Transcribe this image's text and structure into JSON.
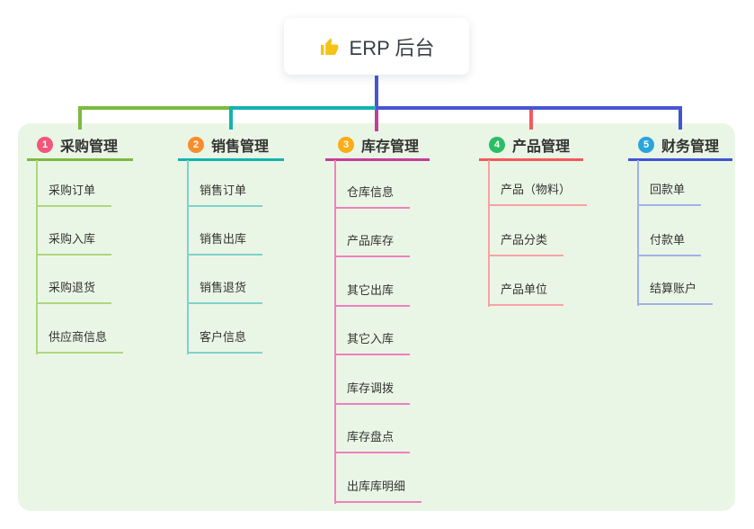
{
  "root": {
    "label": "ERP 后台",
    "icon": "thumbs-up-icon"
  },
  "colors": {
    "board_bg": "#eaf6e5",
    "root_line": "#4856d4",
    "branch1_line": "#7cba3f",
    "branch1_child_line": "#aed77f",
    "branch1_badge": "#f2567b",
    "branch2_line": "#14b3ae",
    "branch2_child_line": "#7fd2cc",
    "branch2_badge": "#f78e2e",
    "branch3_line": "#c43e98",
    "branch3_child_line": "#ef7fc1",
    "branch3_badge": "#fbac17",
    "branch4_line": "#f45a5c",
    "branch4_child_line": "#f9a2a3",
    "branch4_badge": "#2cbd64",
    "branch5_line": "#3f55d3",
    "branch5_child_line": "#9fb2e9",
    "branch5_badge": "#2aa5dc"
  },
  "branches": [
    {
      "num": "1",
      "label": "采购管理",
      "children": [
        "采购订单",
        "采购入库",
        "采购退货",
        "供应商信息"
      ]
    },
    {
      "num": "2",
      "label": "销售管理",
      "children": [
        "销售订单",
        "销售出库",
        "销售退货",
        "客户信息"
      ]
    },
    {
      "num": "3",
      "label": "库存管理",
      "children": [
        "仓库信息",
        "产品库存",
        "其它出库",
        "其它入库",
        "库存调拨",
        "库存盘点",
        "出库库明细"
      ]
    },
    {
      "num": "4",
      "label": "产品管理",
      "children": [
        "产品（物料）",
        "产品分类",
        "产品单位"
      ]
    },
    {
      "num": "5",
      "label": "财务管理",
      "children": [
        "回款单",
        "付款单",
        "结算账户"
      ]
    }
  ]
}
